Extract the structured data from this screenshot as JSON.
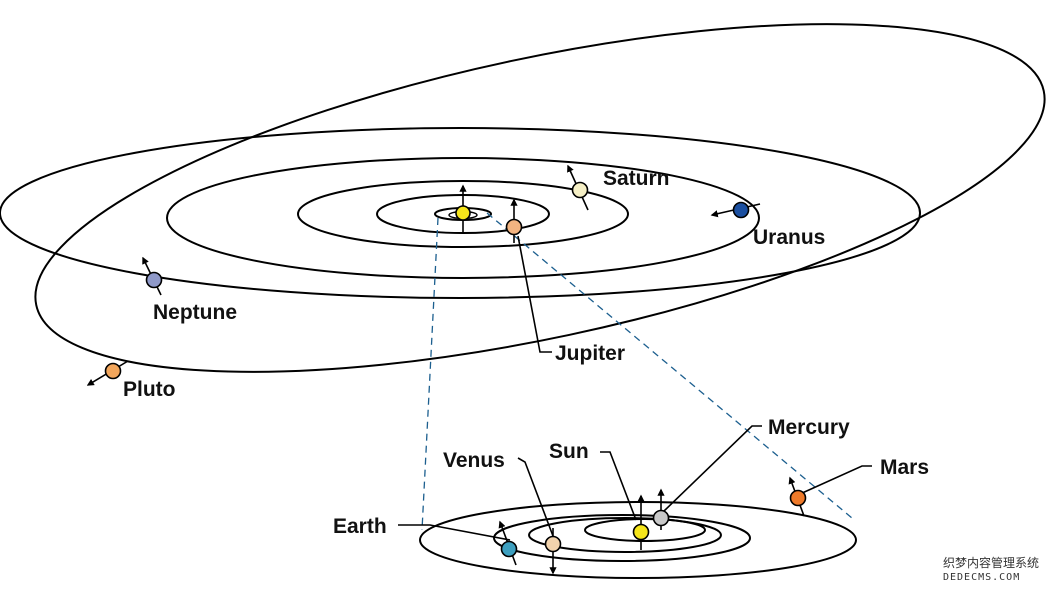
{
  "colors": {
    "sun": "#f5e51b",
    "mercury": "#c9c9c9",
    "venus": "#f2d3ad",
    "earth": "#3d9fbf",
    "mars": "#ee7a2a",
    "jupiter": "#f2b481",
    "saturn": "#f6f0c6",
    "uranus": "#1b4fa0",
    "neptune": "#8f99c9",
    "pluto": "#f2a65c",
    "zoom_line": "#1c5f8f"
  },
  "labels": {
    "saturn": "Saturn",
    "uranus": "Uranus",
    "neptune": "Neptune",
    "jupiter": "Jupiter",
    "pluto": "Pluto",
    "mercury": "Mercury",
    "venus": "Venus",
    "sun": "Sun",
    "mars": "Mars",
    "earth": "Earth"
  },
  "watermark": {
    "line1": "织梦内容管理系统",
    "line2": "DEDECMS.COM"
  }
}
